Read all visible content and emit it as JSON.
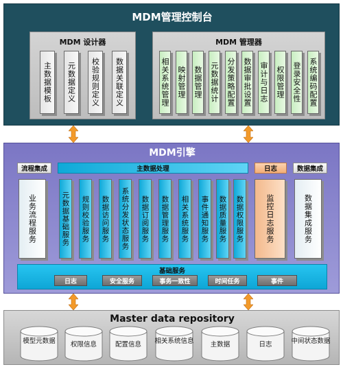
{
  "console": {
    "title": "MDM管理控制台",
    "designer": {
      "title": "MDM 设计器",
      "items": [
        "主数据模板",
        "元数据定义",
        "校验规则定义",
        "数据关联定义"
      ]
    },
    "manager": {
      "title": "MDM 管理器",
      "items": [
        "相关系统管理",
        "映射管理",
        "数据管理",
        "元数据统计",
        "分发策略配置",
        "数据审批设置",
        "审计与日志",
        "权限管理",
        "登录安全性",
        "系统编码配置"
      ]
    }
  },
  "engine": {
    "title": "MDM引擎",
    "process_header": "流程集成",
    "master_header": "主数据处理",
    "log_header": "日志",
    "integration_header": "数据集成",
    "process_service": "业务流程服务",
    "services": [
      "元数据基础服务",
      "规则校验服务",
      "数据访问服务",
      "系统分发状态服务",
      "数据订阅服务",
      "数据管理服务",
      "相关系统服务",
      "事件通知服务",
      "数据质量服务",
      "数据权限服务"
    ],
    "log_service": "监控日志服务",
    "integration_service": "数据集成服务",
    "base": {
      "title": "基础服务",
      "items": [
        "日志",
        "安全服务",
        "事务一致性",
        "时间任务",
        "事件"
      ]
    }
  },
  "repository": {
    "title": "Master data repository",
    "items": [
      "模型元数据",
      "权限信息",
      "配置信息",
      "相关系统信息",
      "主数据",
      "日志",
      "中间状态数据"
    ]
  },
  "colors": {
    "console_bg": "#1f4f5e",
    "engine_bg": "#8c88cf",
    "arrow": "#f39a2a",
    "cyan": "#1ab6e3",
    "orange": "#f6c39a"
  }
}
